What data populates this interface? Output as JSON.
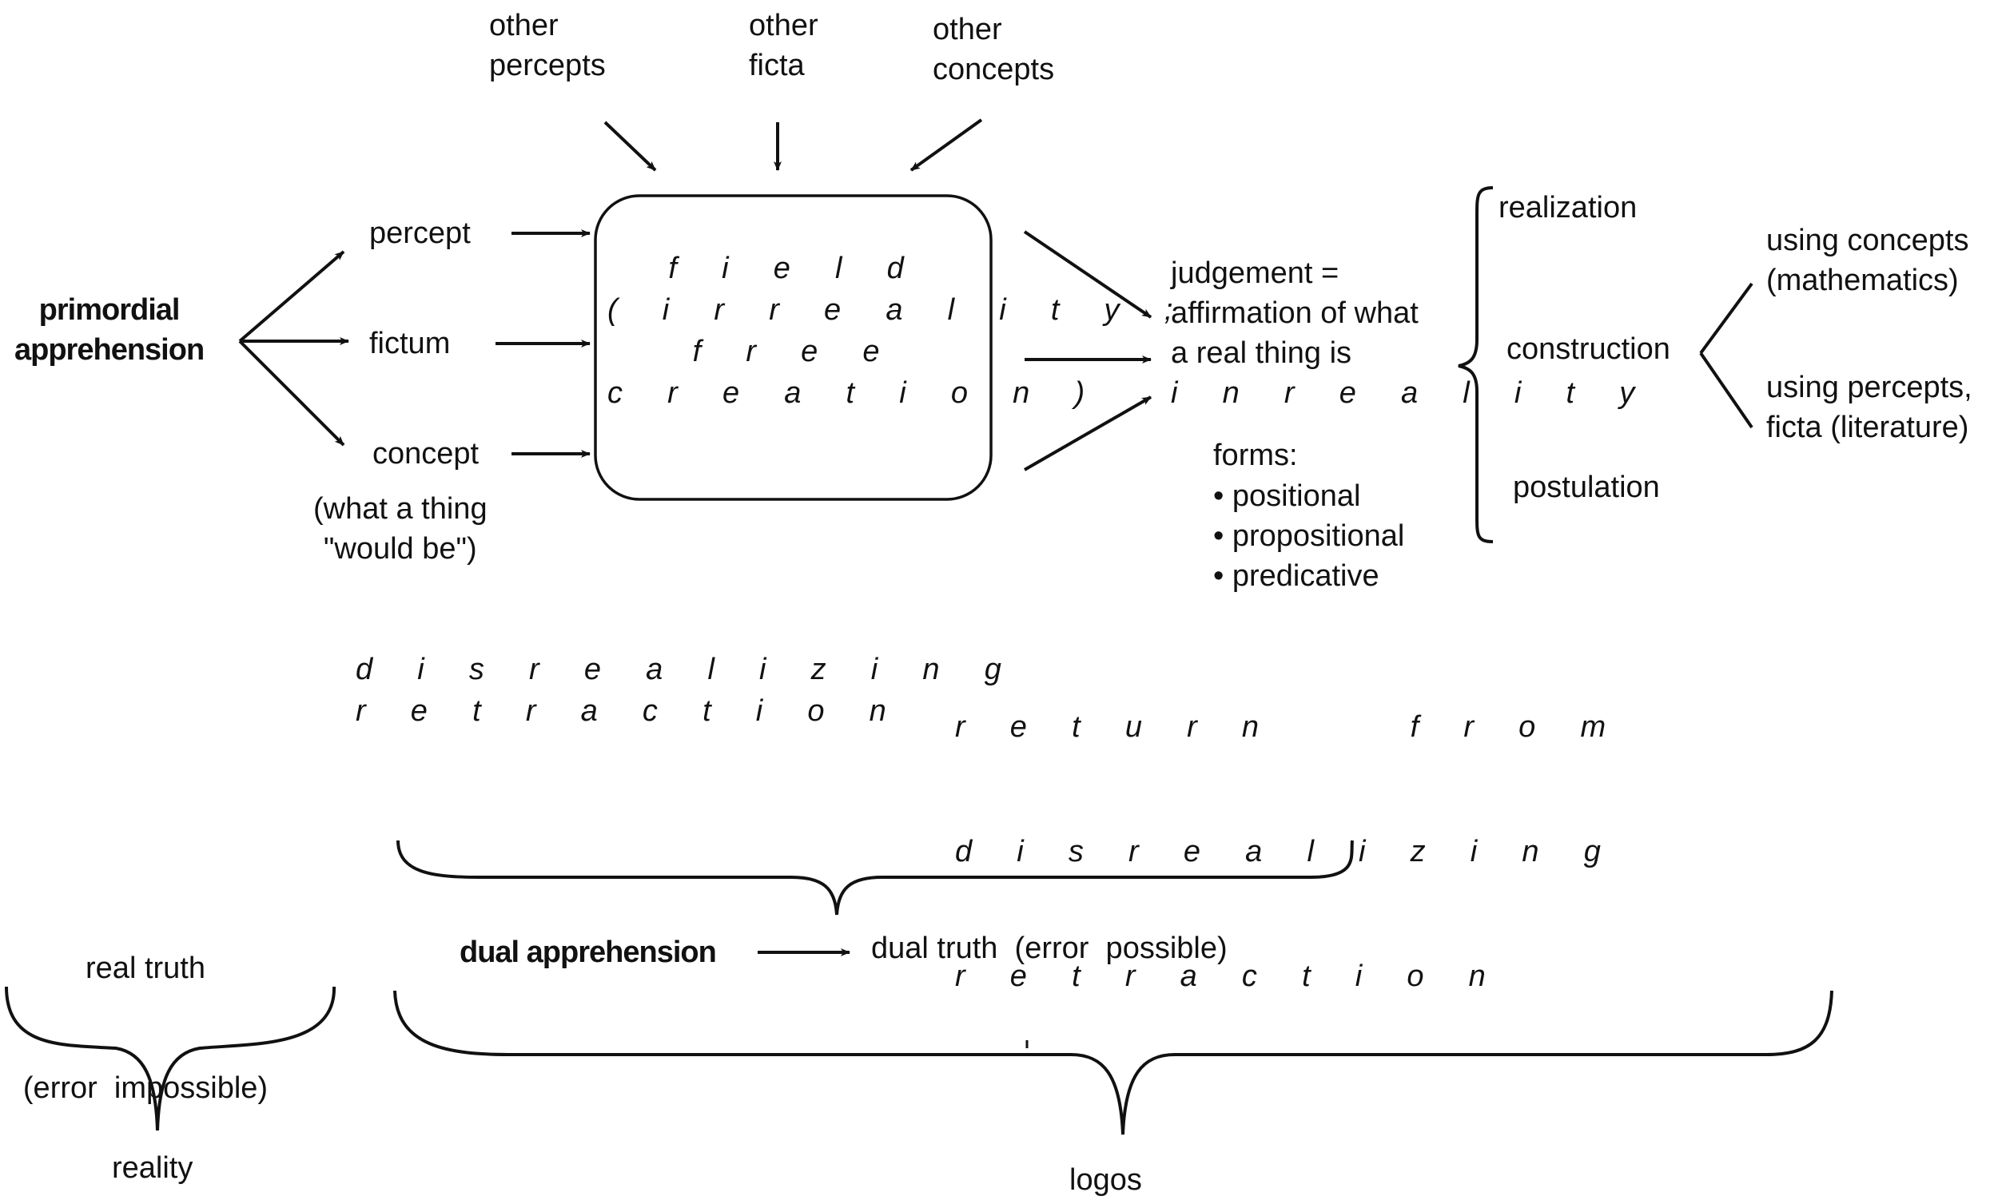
{
  "inputs": {
    "other_percepts": [
      "other",
      "percepts"
    ],
    "other_ficta": [
      "other",
      "ficta"
    ],
    "other_concepts": [
      "other",
      "concepts"
    ]
  },
  "primordial": [
    "primordial",
    "apprehension"
  ],
  "percept": "percept",
  "fictum": "fictum",
  "concept": "concept",
  "concept_note": [
    "(what a thing",
    "\"would be\")"
  ],
  "field": [
    "f i e l d",
    "( i r r e a l i t y ;",
    "f r e e",
    "c r e a t i o n )"
  ],
  "judgement": [
    "judgement =",
    "affirmation of what",
    "a real thing is",
    "i n r e a l i t y"
  ],
  "forms": {
    "heading": "forms:",
    "items": [
      "• positional",
      "•  propositional",
      "• predicative"
    ]
  },
  "outcomes": {
    "realization": "realization",
    "construction": "construction",
    "postulation": "postulation"
  },
  "construction_branches": {
    "concepts": [
      "using concepts",
      "(mathematics)"
    ],
    "percepts": [
      "using percepts,",
      "ficta  (literature)"
    ]
  },
  "disrealizing": [
    "d i s r e a l i z i n g",
    "r e t r a c t i o n"
  ],
  "return_from": [
    "r e t u r n     f r o m",
    "d i s r e a l i z i n g",
    "r e t r a c t i o n"
  ],
  "real_truth": [
    "real truth",
    "(error  impossible)"
  ],
  "dual_apprehension": "dual apprehension",
  "dual_truth": "dual truth  (error  possible)",
  "reality": "reality",
  "logos": "logos"
}
